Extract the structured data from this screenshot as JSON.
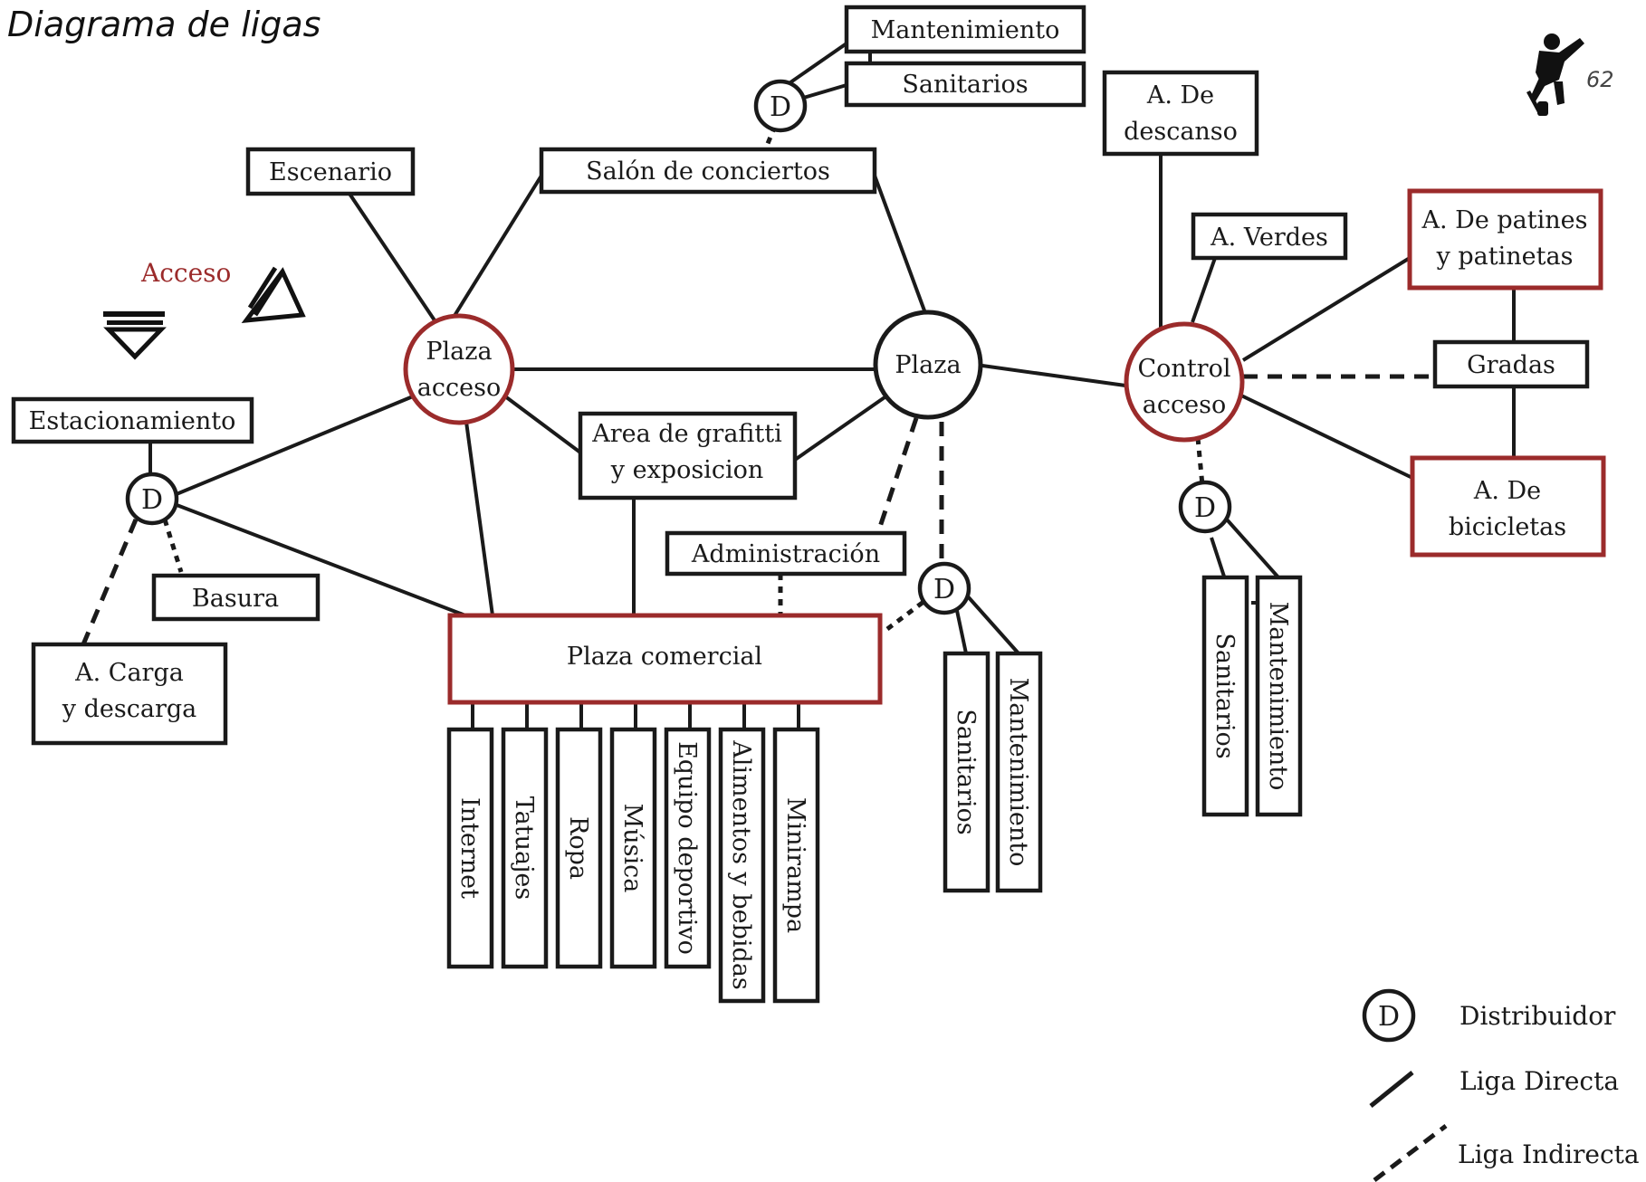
{
  "title": "Diagrama de ligas",
  "page_number": "62",
  "access_label": "Acceso",
  "colors": {
    "highlight": "#9b2b2b",
    "line": "#1a1a1a"
  },
  "distributor_letter": "D",
  "nodes": {
    "escenario": "Escenario",
    "mantenimiento_top": "Mantenimiento",
    "sanitarios_top": "Sanitarios",
    "salon_conciertos": "Salón de conciertos",
    "descanso": [
      "A. De",
      "descanso"
    ],
    "verdes": "A. Verdes",
    "patines": [
      "A. De patines",
      "y patinetas"
    ],
    "gradas": "Gradas",
    "bicicletas": [
      "A. De",
      "bicicletas"
    ],
    "plaza_acceso": [
      "Plaza",
      "acceso"
    ],
    "plaza": "Plaza",
    "control_acceso": [
      "Control",
      "acceso"
    ],
    "estacionamiento": "Estacionamiento",
    "basura": "Basura",
    "carga": [
      "A. Carga",
      "y descarga"
    ],
    "grafitti": [
      "Area de grafitti",
      "y exposicion"
    ],
    "administracion": "Administración",
    "plaza_comercial": "Plaza comercial",
    "shops": [
      "Internet",
      "Tatuajes",
      "Ropa",
      "Música",
      "Equipo deportivo",
      "Alimentos y bebidas",
      "Minirampa"
    ],
    "sanitarios_mid": "Sanitarios",
    "mantenimiento_mid": "Mantenimiento",
    "sanitarios_right": "Sanitarios",
    "mantenimiento_right": "Mantenimiento"
  },
  "legend": {
    "distribuidor": "Distribuidor",
    "directa": "Liga Directa",
    "indirecta": "Liga Indirecta"
  }
}
